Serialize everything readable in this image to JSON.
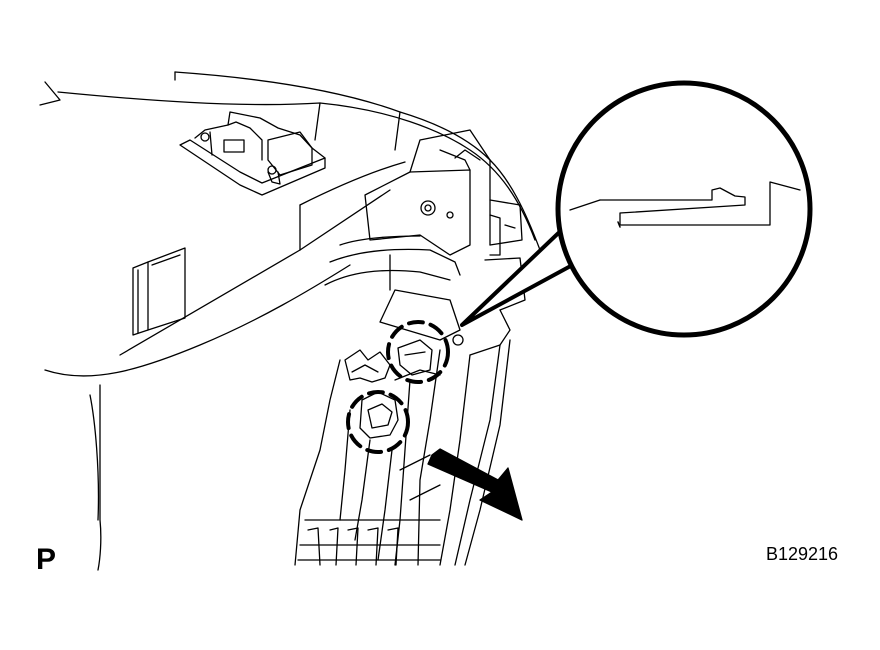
{
  "figure": {
    "view_letter": "P",
    "figure_code": "B129216",
    "line_color": "#000000",
    "background": "#ffffff"
  },
  "parts": {
    "instrument_panel": "instrument-panel",
    "bracket": "bracket-with-connector",
    "clip_upper": "clip-upper",
    "clip_lower": "clip-lower",
    "detail_view": "magnified-claw-detail",
    "direction_arrow": "removal-direction-arrow"
  }
}
